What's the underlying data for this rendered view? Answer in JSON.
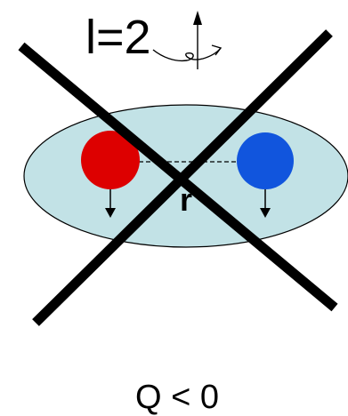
{
  "labels": {
    "angular_momentum": "l=2",
    "separation": "r",
    "quadrupole": "Q < 0"
  },
  "colors": {
    "ellipse_fill": "#c2e2e6",
    "ellipse_stroke": "#000000",
    "particle_left": "#dd0000",
    "particle_right": "#1155dd",
    "cross": "#000000",
    "background": "#ffffff"
  },
  "icons": {
    "rotation_symbol": "rotation-arrow-icon",
    "spin_down": "down-arrow-icon",
    "cross_out": "cross-out-icon"
  }
}
